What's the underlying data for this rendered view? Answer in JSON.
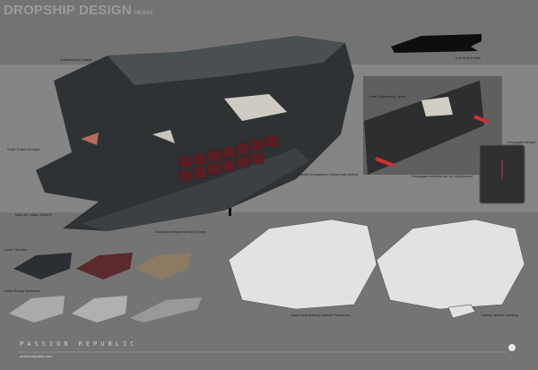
{
  "header": {
    "title": "DROPSHIP DESIGN",
    "subtitle": "HEAVY"
  },
  "labels": {
    "additional_air_intake": "Additional Air Intake",
    "left_side_profile": "Left Side Profile",
    "heat_vents": "Heat Dispensing Vents",
    "droppgate_design": "Droppgate design",
    "droppgate_extends": "Droppgate extends out for deployment",
    "cockpit": "Solar Tinted Cockpit",
    "main_air_intake": "Main Air Intake System",
    "weaponry_bay": "Dropship Weaponry Bay (Guns)",
    "marine_droppates": "Marine Droppates ( 32pax both sides)",
    "color_thumbs": "Color Thumbs",
    "rough_sketches": "Initial Rough Sketches",
    "back_view": "Back View (Heavy Vehicle Transport)",
    "heavy_landing": "Heavy Vehicle Landing"
  },
  "footer": {
    "brand": "PASSION REPUBLIC",
    "url": "passionrepublic.com"
  },
  "colors": {
    "accent_red": "#d03030",
    "bg": "#767676"
  }
}
